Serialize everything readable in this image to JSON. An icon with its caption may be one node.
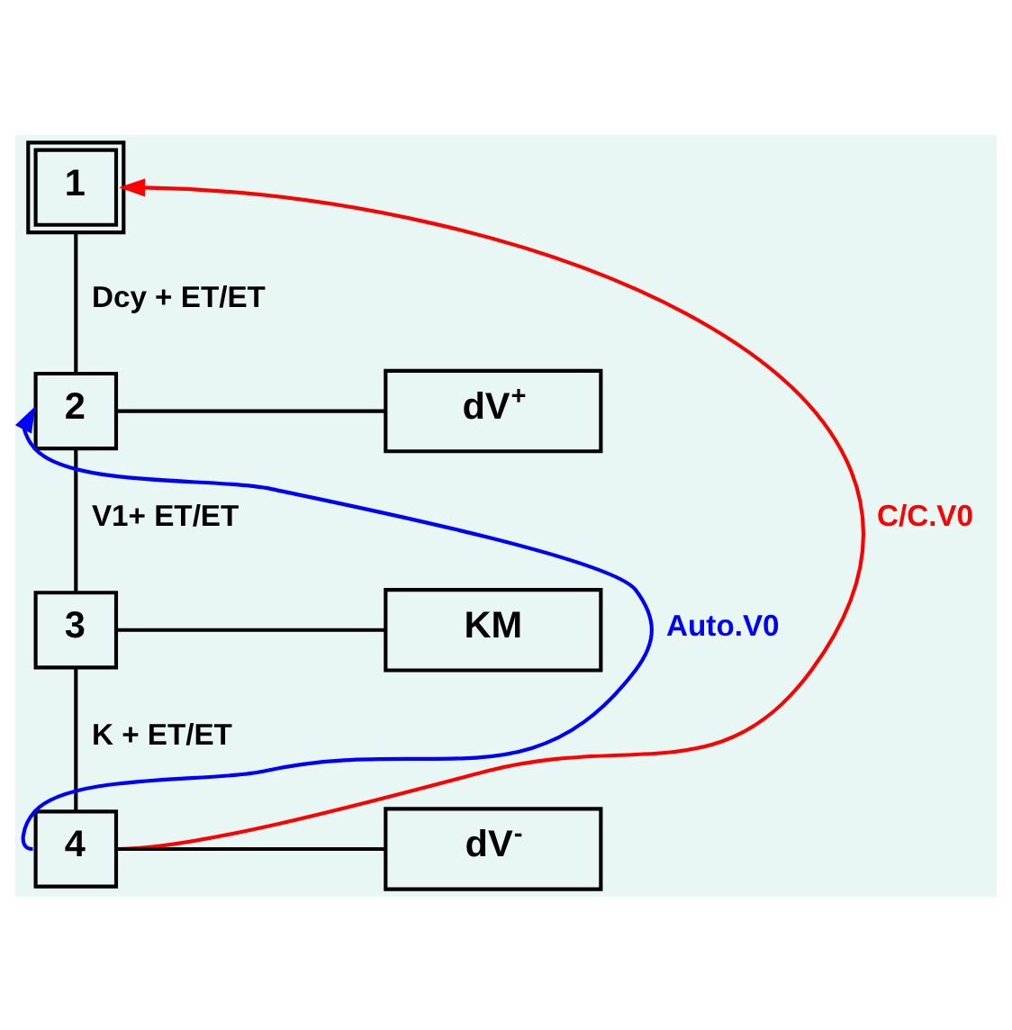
{
  "diagram": {
    "nodes": [
      {
        "text": [
          "1"
        ]
      },
      {
        "text": [
          "2"
        ]
      },
      {
        "text": [
          "3"
        ]
      },
      {
        "text": [
          "4"
        ]
      },
      {
        "text": [
          "dV$^{+}$"
        ]
      },
      {
        "text": [
          "KM"
        ]
      },
      {
        "text": [
          "dV$^{-}$"
        ]
      }
    ],
    "edges": [
      {
        "from": 0,
        "to": 1,
        "arrow": "none",
        "label": "Dcy + ET/ET"
      },
      {
        "from": 1,
        "to": 4,
        "arrow": "none"
      },
      {
        "from": 1,
        "to": 2,
        "arrow": "none",
        "label": "V1+ ET/ET"
      },
      {
        "from": 2,
        "to": 5,
        "arrow": "none"
      },
      {
        "from": 2,
        "to": 3,
        "arrow": "none",
        "label": "K + ET/ET"
      },
      {
        "from": 3,
        "to": 6,
        "arrow": "none"
      },
      {
        "from": 3,
        "to": 1,
        "arrow": "to",
        "label": "Auto.V0",
        "color": "#0000ff"
      },
      {
        "from": 3,
        "to": 0,
        "arrow": "to",
        "label": "C/C.V0",
        "color": "#ff0000"
      }
    ]
  }
}
